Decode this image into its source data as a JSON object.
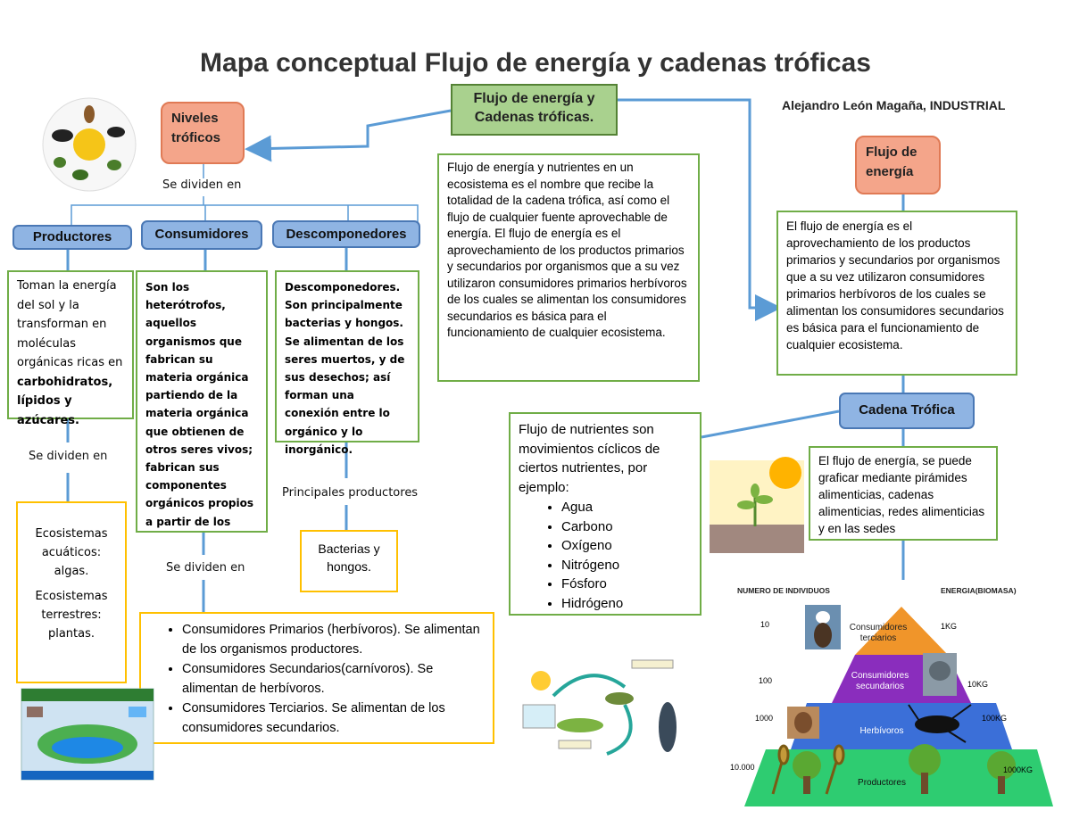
{
  "title": "Mapa conceptual Flujo de energía y cadenas tróficas",
  "author": "Alejandro León Magaña, INDUSTRIAL",
  "root": "Flujo de energía y Cadenas tróficas.",
  "root_description": "Flujo de energía y nutrientes en un ecosistema es el nombre que recibe la totalidad de la cadena trófica, así como el flujo de cualquier fuente aprovechable de energía. El flujo de energía es el aprovechamiento de los productos primarios y secundarios por organismos que a su vez utilizaron consumidores primarios herbívoros de los cuales se alimentan los consumidores secundarios es básica para el funcionamiento de cualquier ecosistema.",
  "niveles": {
    "title": "Niveles tróficos",
    "connector": "Se dividen en",
    "productores": {
      "label": "Productores",
      "text_pre": "Toman la energía del sol y la transforman en moléculas orgánicas ricas en ",
      "text_bold": "carbohidratos, lípidos y azúcares.",
      "connector": "Se dividen en",
      "ecosystems_a": "Ecosistemas acuáticos: algas.",
      "ecosystems_b": "Ecosistemas terrestres: plantas."
    },
    "consumidores": {
      "label": "Consumidores",
      "text": "Son los heterótrofos, aquellos organismos que fabrican su materia orgánica partiendo de la materia orgánica que obtienen de otros seres vivos; fabrican sus componentes orgánicos propios a partir de los",
      "connector": "Se dividen en",
      "list": [
        "Consumidores Primarios (herbívoros). Se alimentan de los organismos productores.",
        "Consumidores Secundarios(carnívoros). Se alimentan de herbívoros.",
        "Consumidores Terciarios. Se alimentan de los consumidores secundarios."
      ]
    },
    "descomponedores": {
      "label": "Descomponedores",
      "text": "Descomponedores. Son principalmente bacterias y hongos. Se alimentan de los seres muertos, y de sus desechos; así forman una conexión entre lo orgánico y lo inorgánico.",
      "connector": "Principales productores",
      "result": "Bacterias y hongos."
    }
  },
  "flujo": {
    "title": "Flujo de energía",
    "text": "El flujo de energía es el aprovechamiento de los productos primarios y secundarios por organismos que a su vez utilizaron consumidores primarios herbívoros de los cuales se alimentan los consumidores secundarios es básica para el funcionamiento de cualquier ecosistema."
  },
  "cadena": {
    "title": "Cadena Trófica",
    "text": "El flujo de energía, se puede graficar mediante pirámides alimenticias, cadenas alimenticias, redes alimenticias y en las sedes"
  },
  "nutrientes": {
    "intro": "Flujo de nutrientes son movimientos cíclicos de ciertos nutrientes, por ejemplo:",
    "list": [
      "Agua",
      "Carbono",
      "Oxígeno",
      "Nitrógeno",
      "Fósforo",
      "Hidrógeno"
    ]
  },
  "pyramid": {
    "left_header": "NUMERO DE INDIVIDUOS",
    "right_header": "ENERGIA(BIOMASA)",
    "levels": [
      {
        "name": "Consumidores terciarios",
        "count": "10",
        "energy": "1KG"
      },
      {
        "name": "Consumidores secundarios",
        "count": "100",
        "energy": "10KG"
      },
      {
        "name": "Herbívoros",
        "count": "1000",
        "energy": "100KG"
      },
      {
        "name": "Productores",
        "count": "10.000",
        "energy": "1000KG"
      }
    ]
  },
  "colors": {
    "orange": "#f4a58a",
    "green": "#a9d18e",
    "blue": "#8fb4e3",
    "box_green": "#70ad47",
    "box_yellow": "#ffc000",
    "arrow": "#5b9bd5"
  }
}
